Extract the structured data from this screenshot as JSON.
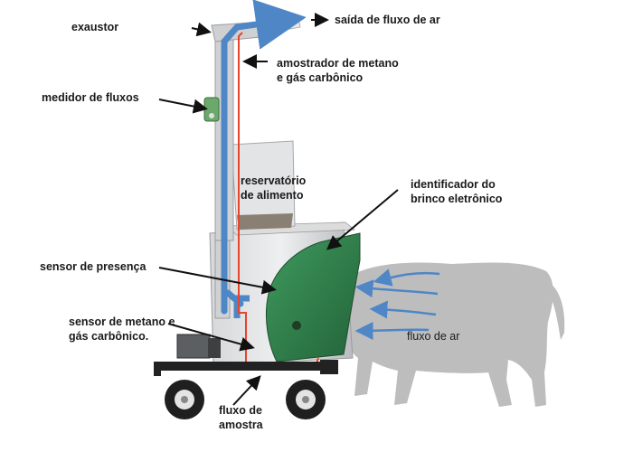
{
  "labels": {
    "exaustor": "exaustor",
    "saida_fluxo": "saída de fluxo de ar",
    "amostrador_l1": "amostrador de metano",
    "amostrador_l2": "e gás carbônico",
    "medidor": "medidor de fluxos",
    "reservatorio_l1": "reservatório",
    "reservatorio_l2": "de alimento",
    "identificador_l1": "identificador do",
    "identificador_l2": "brinco eletrônico",
    "sensor_presenca": "sensor de presença",
    "sensor_metano_l1": "sensor de metano e",
    "sensor_metano_l2": "gás carbônico.",
    "fluxo_ar": "fluxo de ar",
    "fluxo_amostra_l1": "fluxo de",
    "fluxo_amostra_l2": "amostra"
  },
  "colors": {
    "air_flow": "#4f86c6",
    "sample_line": "#e8452c",
    "hood": "#2f7d4a",
    "metal": "#c9cbcd",
    "animal": "#bdbdbd",
    "frame": "#222222"
  }
}
